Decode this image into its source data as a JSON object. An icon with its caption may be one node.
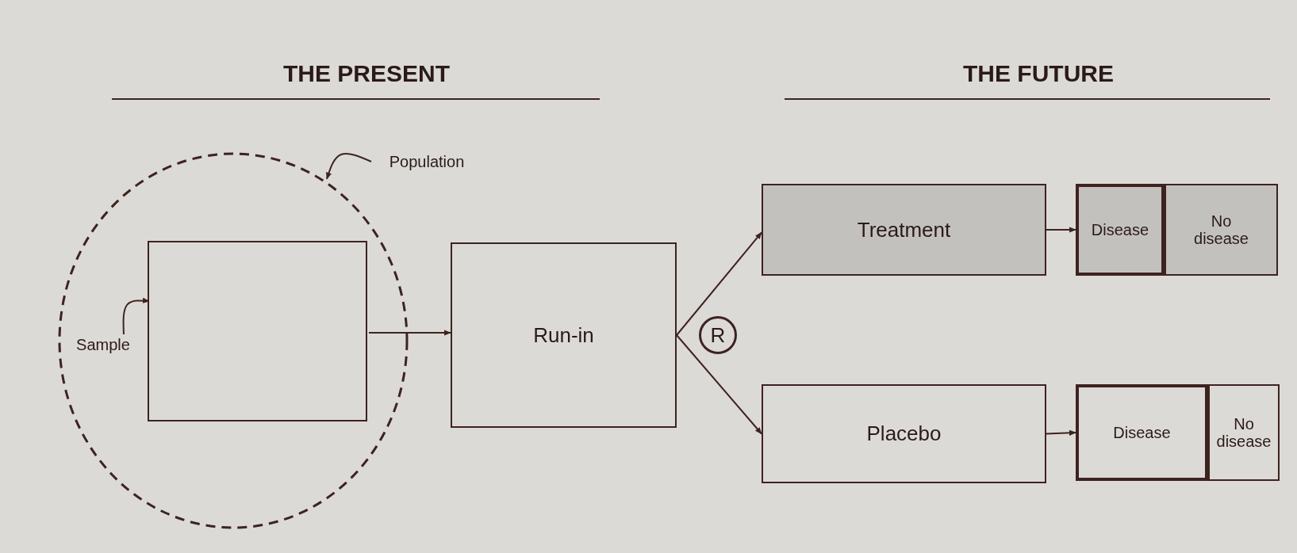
{
  "diagram": {
    "nodes": [
      {
        "text": [
          "Population"
        ]
      },
      {
        "text": [],
        "shape": "circle"
      },
      {
        "text": [
          "Sample"
        ],
        "in": 1
      },
      {
        "text": [],
        "shape": "box",
        "in": 1
      },
      {
        "text": [
          "Run-in"
        ]
      },
      {
        "text": [
          "R"
        ]
      },
      {
        "text": [
          "Treatment"
        ]
      },
      {
        "text": [],
        "shape": "box"
      },
      {
        "text": [
          "Disease"
        ],
        "in": 7
      },
      {
        "text": [
          "No disease"
        ],
        "in": 7
      },
      {
        "text": [
          "Placebo"
        ]
      },
      {
        "text": [],
        "shape": "box"
      },
      {
        "text": [
          "Disease"
        ],
        "in": 11
      },
      {
        "text": [
          "No disease"
        ],
        "in": 11
      }
    ],
    "edges": [
      {
        "from": 0,
        "to": 1,
        "arrow": "to"
      },
      {
        "from": 2,
        "to": 3,
        "arrow": "to"
      },
      {
        "from": 3,
        "to": 4,
        "arrow": "to"
      },
      {
        "from": 4,
        "to": 6,
        "arrow": "to"
      },
      {
        "from": 4,
        "to": 10,
        "arrow": "to"
      },
      {
        "from": 6,
        "to": 7,
        "arrow": "to"
      },
      {
        "from": 10,
        "to": 11,
        "arrow": "to"
      }
    ],
    "labels": [
      "THE PRESENT",
      "THE FUTURE"
    ]
  }
}
